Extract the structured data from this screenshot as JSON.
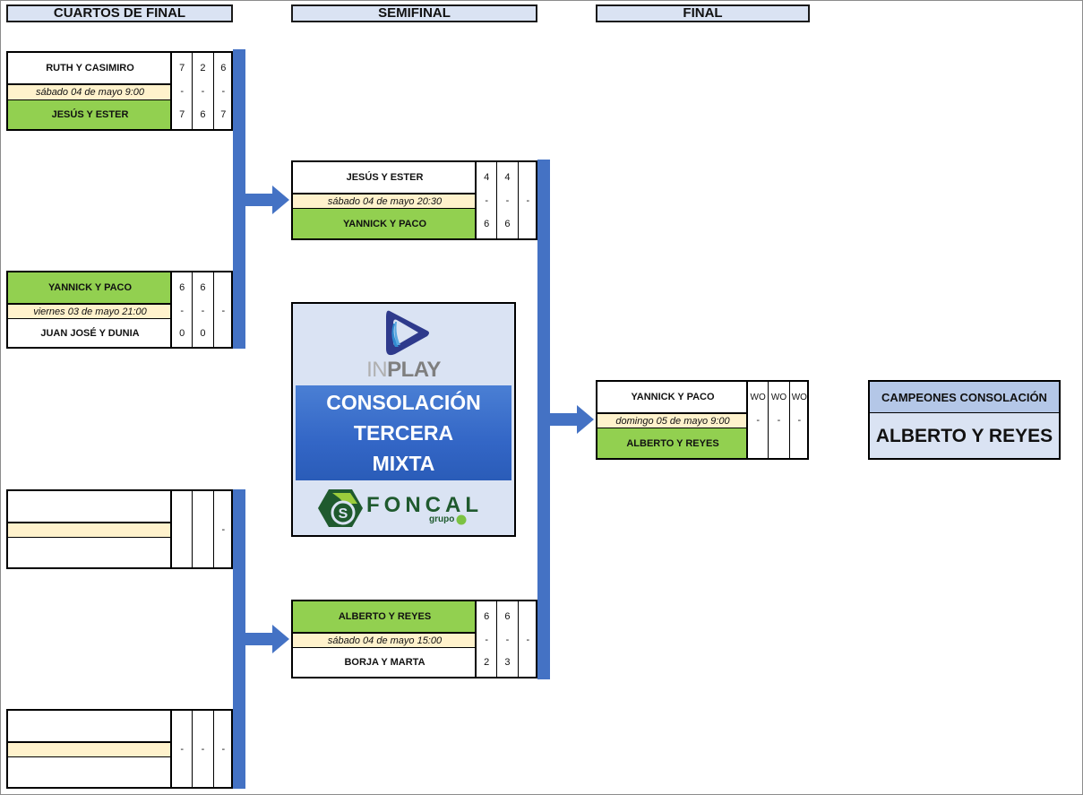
{
  "headers": {
    "quarterfinal": "CUARTOS DE FINAL",
    "semifinal": "SEMIFINAL",
    "final": "FINAL"
  },
  "quarterfinals": [
    {
      "team1": "RUTH Y CASIMIRO",
      "date": "sábado 04 de mayo 9:00",
      "team2": "JESÚS Y ESTER",
      "winner": 2,
      "team1_scores": [
        "7",
        "2",
        "6"
      ],
      "date_scores": [
        "-",
        "-",
        "-"
      ],
      "team2_scores": [
        "7",
        "6",
        "7"
      ]
    },
    {
      "team1": "YANNICK Y PACO",
      "date": "viernes 03 de mayo 21:00",
      "team2": "JUAN JOSÉ Y DUNIA",
      "winner": 1,
      "team1_scores": [
        "6",
        "6",
        ""
      ],
      "date_scores": [
        "-",
        "-",
        "-"
      ],
      "team2_scores": [
        "0",
        "0",
        ""
      ]
    },
    {
      "team1": "",
      "date": "",
      "team2": "",
      "winner": 0,
      "team1_scores": [
        "",
        "",
        ""
      ],
      "date_scores": [
        "",
        "",
        "-"
      ],
      "team2_scores": [
        "",
        "",
        ""
      ]
    },
    {
      "team1": "",
      "date": "",
      "team2": "",
      "winner": 0,
      "team1_scores": [
        "",
        "",
        ""
      ],
      "date_scores": [
        "-",
        "-",
        "-"
      ],
      "team2_scores": [
        "",
        "",
        ""
      ]
    }
  ],
  "semifinals": [
    {
      "team1": "JESÚS Y ESTER",
      "date": "sábado 04 de mayo 20:30",
      "team2": "YANNICK Y PACO",
      "winner": 2,
      "team1_scores": [
        "4",
        "4",
        ""
      ],
      "date_scores": [
        "-",
        "-",
        "-"
      ],
      "team2_scores": [
        "6",
        "6",
        ""
      ]
    },
    {
      "team1": "ALBERTO Y REYES",
      "date": "sábado 04 de mayo 15:00",
      "team2": "BORJA Y MARTA",
      "winner": 1,
      "team1_scores": [
        "6",
        "6",
        ""
      ],
      "date_scores": [
        "-",
        "-",
        "-"
      ],
      "team2_scores": [
        "2",
        "3",
        ""
      ]
    }
  ],
  "final": {
    "team1": "YANNICK Y PACO",
    "date": "domingo 05 de mayo 9:00",
    "team2": "ALBERTO Y REYES",
    "winner": 2,
    "team1_scores": [
      "WO",
      "WO",
      "WO"
    ],
    "date_scores": [
      "-",
      "-",
      "-"
    ],
    "team2_scores": [
      "",
      "",
      ""
    ]
  },
  "logo": {
    "inplay_in": "IN",
    "inplay_play": "PLAY",
    "title_lines": [
      "CONSOLACIÓN",
      "TERCERA",
      "MIXTA"
    ],
    "sponsor": "FONCAL",
    "sponsor_sub": "grupo"
  },
  "champions": {
    "label": "CAMPEONES CONSOLACIÓN",
    "name": "ALBERTO Y REYES"
  },
  "colors": {
    "winner_bg": "#92d050",
    "date_bg": "#fff2cc",
    "connector": "#4472c4",
    "header_bg": "#dae3f3"
  }
}
